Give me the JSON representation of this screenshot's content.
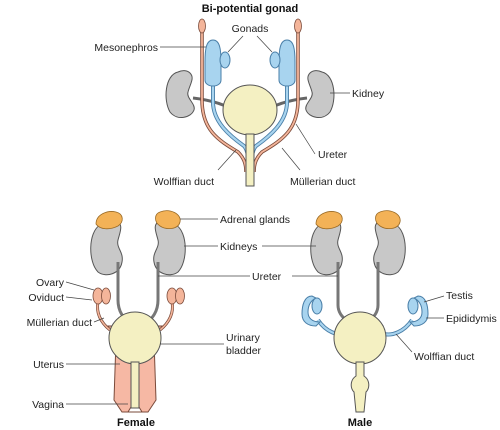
{
  "diagram": {
    "title": "Bi-potential gonad",
    "top_labels": {
      "gonads": "Gonads",
      "mesonephros": "Mesonephros",
      "kidney": "Kidney",
      "ureter": "Ureter",
      "wolffian_duct": "Wolffian duct",
      "mullerian_duct": "Müllerian duct"
    },
    "center_labels": {
      "adrenal_glands": "Adrenal glands",
      "kidneys": "Kidneys",
      "ureter": "Ureter",
      "urinary_bladder_line1": "Urinary",
      "urinary_bladder_line2": "bladder"
    },
    "female_labels": {
      "ovary": "Ovary",
      "oviduct": "Oviduct",
      "mullerian_duct": "Müllerian duct",
      "uterus": "Uterus",
      "vagina": "Vagina",
      "caption": "Female"
    },
    "male_labels": {
      "testis": "Testis",
      "epididymis": "Epididymis",
      "wolffian_duct": "Wolffian duct",
      "caption": "Male"
    },
    "colors": {
      "kidney": "#c8c8c8",
      "adrenal": "#f3b257",
      "bladder": "#f4f0c2",
      "wolffian_duct": "#a8d4ef",
      "mullerian_duct": "#f4b59a",
      "uterus": "#f6b8a4"
    }
  }
}
